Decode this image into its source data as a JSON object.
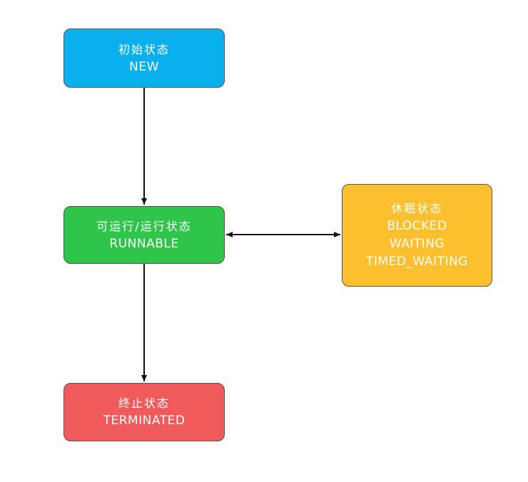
{
  "colors": {
    "new": "#0ab0ee",
    "runnable": "#2ec54a",
    "sleep": "#fcbf2e",
    "terminated": "#f05a5a",
    "edge": "#111111",
    "border": "#555555"
  },
  "nodes": {
    "new": {
      "title": "初始状态",
      "lines": [
        "NEW"
      ]
    },
    "runnable": {
      "title": "可运行/运行状态",
      "lines": [
        "RUNNABLE"
      ]
    },
    "sleep": {
      "title": "休眠状态",
      "lines": [
        "BLOCKED",
        "WAITING",
        "TIMED_WAITING"
      ]
    },
    "terminated": {
      "title": "终止状态",
      "lines": [
        "TERMINATED"
      ]
    }
  },
  "edges": [
    {
      "from": "new",
      "to": "runnable",
      "bidirectional": false
    },
    {
      "from": "runnable",
      "to": "sleep",
      "bidirectional": true
    },
    {
      "from": "runnable",
      "to": "terminated",
      "bidirectional": false
    }
  ]
}
